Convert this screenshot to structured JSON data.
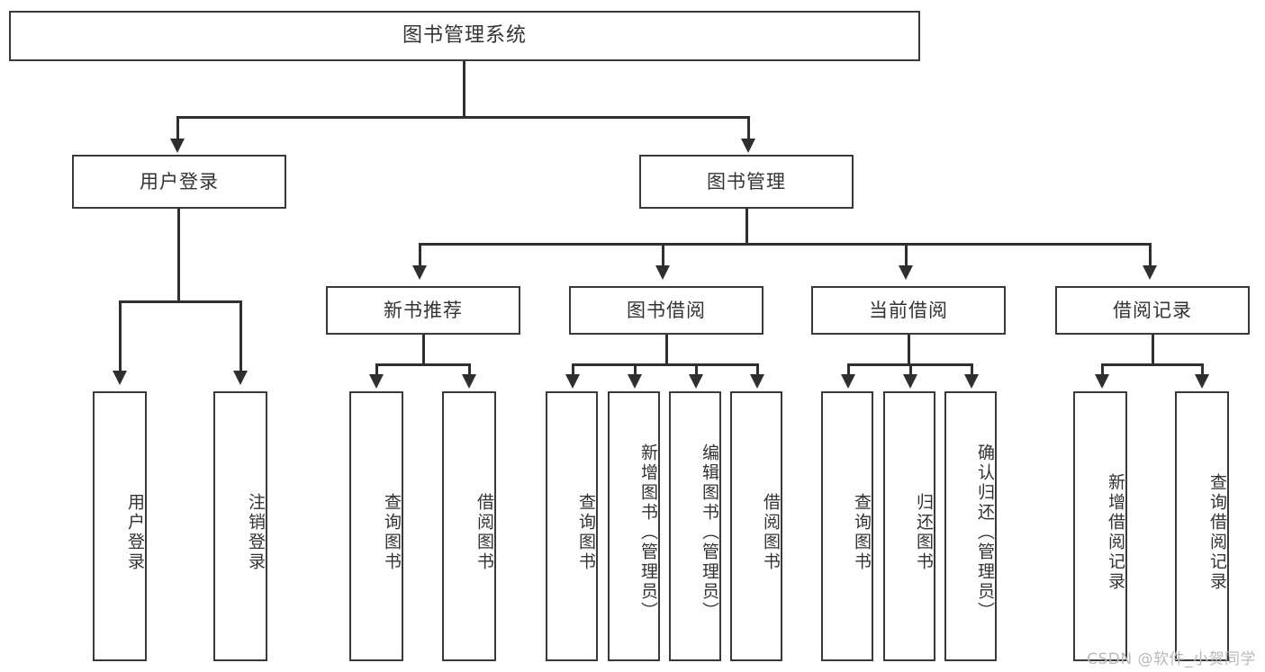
{
  "diagram": {
    "type": "tree",
    "title": "图书管理系统",
    "root": {
      "label": "图书管理系统"
    },
    "level1": [
      {
        "label": "用户登录"
      },
      {
        "label": "图书管理"
      }
    ],
    "level2": [
      {
        "label": "新书推荐"
      },
      {
        "label": "图书借阅"
      },
      {
        "label": "当前借阅"
      },
      {
        "label": "借阅记录"
      }
    ],
    "leaves": {
      "user_login": [
        {
          "label": "用户登录"
        },
        {
          "label": "注销登录"
        }
      ],
      "new_book": [
        {
          "label": "查询图书"
        },
        {
          "label": "借阅图书"
        }
      ],
      "borrow_book": [
        {
          "label": "查询图书"
        },
        {
          "label": "新增图书（管理员）"
        },
        {
          "label": "编辑图书（管理员）"
        },
        {
          "label": "借阅图书"
        }
      ],
      "current_borrow": [
        {
          "label": "查询图书"
        },
        {
          "label": "归还图书"
        },
        {
          "label": "确认归还（管理员）"
        }
      ],
      "borrow_record": [
        {
          "label": "新增借阅记录"
        },
        {
          "label": "查询借阅记录"
        }
      ]
    }
  },
  "watermark": {
    "text": "CSDN @软件_小贺同学"
  },
  "colors": {
    "box_border": "#3a3a3a",
    "line": "#2f2f2f",
    "text": "#333333",
    "background": "#ffffff",
    "watermark": "#b9b9b9"
  }
}
